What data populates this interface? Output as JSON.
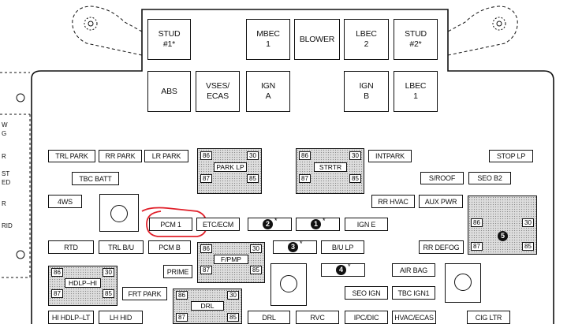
{
  "top_row": [
    "STUD\n#1*",
    "MBEC\n1",
    "BLOWER",
    "LBEC\n2",
    "STUD\n#2*"
  ],
  "second_row": [
    "ABS",
    "VSES/\nECAS",
    "IGN\nA",
    "IGN\nB",
    "LBEC\n1"
  ],
  "fuses": {
    "trl_park": "TRL PARK",
    "rr_park": "RR PARK",
    "lr_park": "LR PARK",
    "intpark": "INTPARK",
    "stop_lp": "STOP LP",
    "tbc_batt": "TBC BATT",
    "s_roof": "S/ROOF",
    "seo_b2": "SEO B2",
    "fourws": "4WS",
    "rr_hvac": "RR HVAC",
    "aux_pwr": "AUX PWR",
    "pcm1": "PCM 1",
    "etc_ecm": "ETC/ECM",
    "ign_e": "IGN E",
    "rtd": "RTD",
    "trl_bu": "TRL B/U",
    "pcm_b": "PCM B",
    "bu_lp": "B/U LP",
    "rr_defog": "RR DEFOG",
    "prime": "PRIME",
    "air_bag": "AIR BAG",
    "frt_park": "FRT PARK",
    "seo_ign": "SEO IGN",
    "tbc_ign1": "TBC IGN1",
    "hi_hdlp_lt": "HI HDLP–LT",
    "lh_hid": "LH HID",
    "drl": "DRL",
    "rvc": "RVC",
    "ipc_dic": "IPC/DIC",
    "hvac_ecas": "HVAC/ECAS",
    "cig_ltr": "CIG LTR"
  },
  "relays": {
    "park_lp": {
      "label": "PARK LP",
      "pins": [
        "86",
        "30",
        "87",
        "85"
      ]
    },
    "strtr": {
      "label": "STRTR",
      "pins": [
        "86",
        "30",
        "87",
        "85"
      ]
    },
    "fpmp": {
      "label": "F/PMP",
      "pins": [
        "86",
        "30",
        "87",
        "85"
      ]
    },
    "hdlp_hi": {
      "label": "HDLP–HI",
      "pins": [
        "86",
        "30",
        "87",
        "85"
      ]
    },
    "drl": {
      "label": "DRL",
      "pins": [
        "86",
        "30",
        "87",
        "85"
      ]
    },
    "relay5": {
      "pins": [
        "86",
        "30",
        "87",
        "85"
      ]
    }
  },
  "badges": [
    "2",
    "1",
    "3",
    "4",
    "5"
  ],
  "star": "*",
  "left_edge_text": [
    "W",
    "G",
    "R",
    "ST",
    "ED",
    "R",
    "RID"
  ],
  "colors": {
    "line": "#111111",
    "relay_fill": "#dddddd",
    "highlight": "#e0202a"
  }
}
